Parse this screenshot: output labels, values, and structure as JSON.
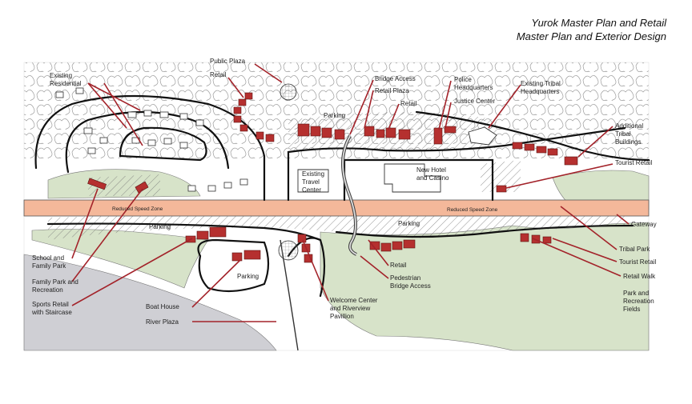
{
  "header": {
    "title_line1": "Yurok Master Plan and Retail",
    "title_line2": "Master Plan and Exterior Design"
  },
  "labels": {
    "public_plaza": "Public Plaza",
    "retail_top": "Retail",
    "existing_residential_1": "Existing",
    "existing_residential_2": "Residential",
    "bridge_access": "Bridge Access",
    "retail_plaza": "Retail Plaza",
    "retail_mid": "Retail",
    "parking_top": "Parking",
    "police_hq_1": "Police",
    "police_hq_2": "Headquarters",
    "justice_center": "Justice Center",
    "existing_tribal_hq_1": "Existing Tribal",
    "existing_tribal_hq_2": "Headquarters",
    "additional_tribal_1": "Additional",
    "additional_tribal_2": "Tribal",
    "additional_tribal_3": "Buildings",
    "tourist_retail_top": "Tourist Retail",
    "existing_travel_1": "Existing",
    "existing_travel_2": "Travel",
    "existing_travel_3": "Center",
    "new_hotel_1": "New Hotel",
    "new_hotel_2": "and Casino",
    "reduced_speed_left": "Reduced Speed Zone",
    "reduced_speed_right": "Reduced Speed Zone",
    "gateway": "Gateway",
    "parking_left": "Parking",
    "parking_right": "Parking",
    "parking_bottom": "Parking",
    "tribal_park": "Tribal Park",
    "tourist_retail_bottom": "Tourist Retail",
    "retail_walk": "Retail Walk",
    "park_rec_1": "Park and",
    "park_rec_2": "Recreation",
    "park_rec_3": "Fields",
    "school_1": "School and",
    "school_2": "Family Park",
    "family_park_1": "Family Park and",
    "family_park_2": "Recreation",
    "sports_retail_1": "Sports Retail",
    "sports_retail_2": "with Staircase",
    "boat_house": "Boat House",
    "river_plaza": "River Plaza",
    "retail_bottom": "Retail",
    "ped_bridge_1": "Pedestrian",
    "ped_bridge_2": "Bridge Access",
    "welcome_1": "Welcome Center",
    "welcome_2": "and Riverview",
    "welcome_3": "Pavillion"
  },
  "colors": {
    "building": "#b5302f",
    "leader": "#a3232a",
    "road_band": "#f4b89a",
    "green": "#d7e3c9",
    "river": "#cfcfd4"
  }
}
